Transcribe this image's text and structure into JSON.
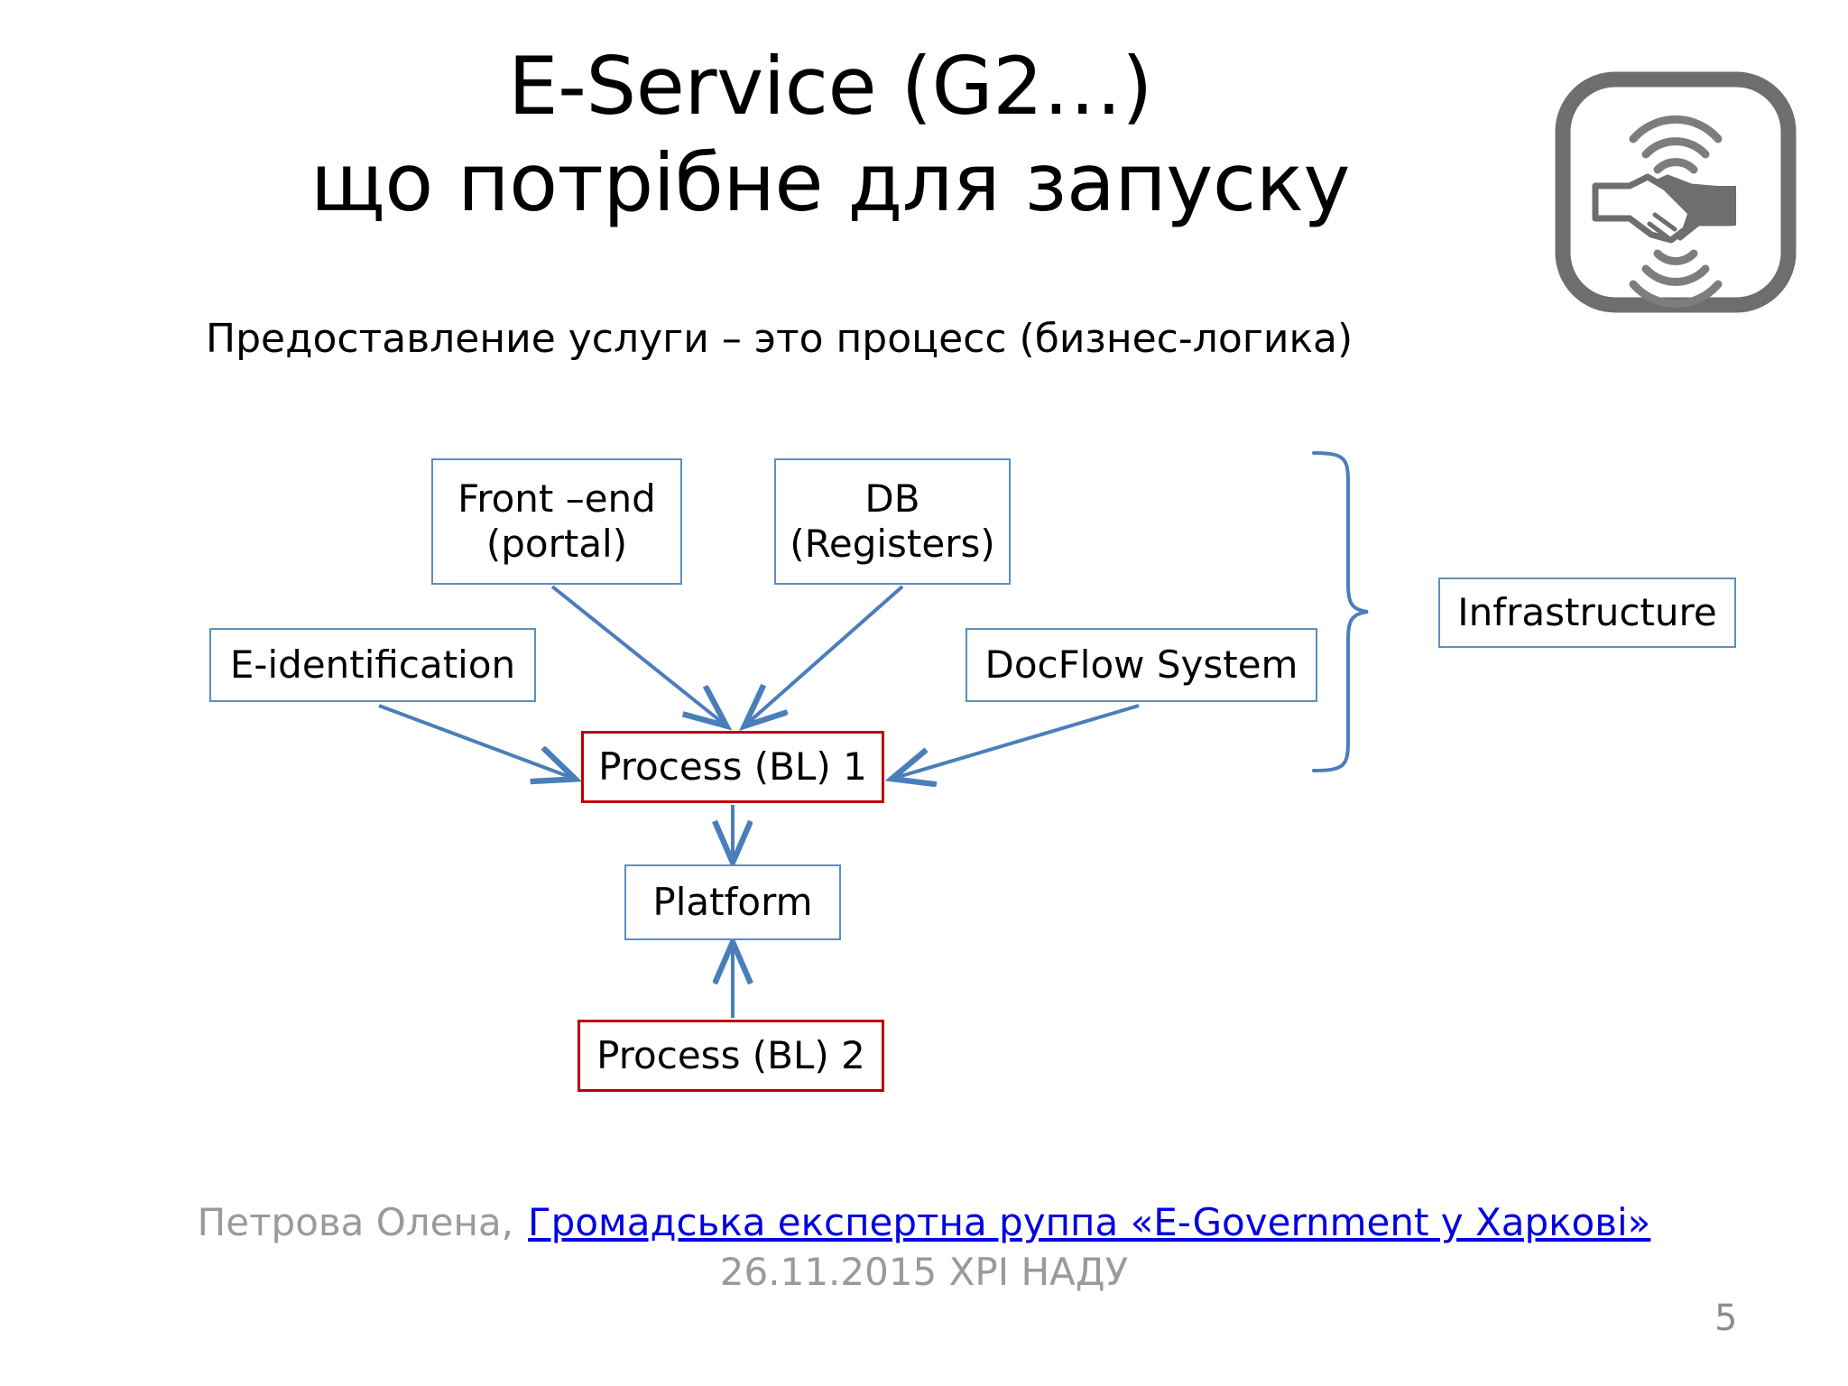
{
  "slide": {
    "page_number": "5",
    "title_lines": [
      "E-Service (G2…)",
      "що потрібне для запуску"
    ],
    "subtitle": "Предоставление услуги – это процесс (бизнес-логика)"
  },
  "logo": {
    "icon": "handshake-wireless-icon",
    "color": "#6E6E6E"
  },
  "colors": {
    "box_blue": "#5B8FC0",
    "box_red": "#C00000",
    "arrow_blue": "#4A7EBB",
    "link_blue": "#0000E0",
    "muted_gray": "#9A9A9A"
  },
  "diagram": {
    "type": "flow-diagram",
    "nodes": [
      {
        "id": "frontend",
        "label": "Front –end\n(portal)",
        "style": "blue"
      },
      {
        "id": "db",
        "label": "DB\n(Registers)",
        "style": "blue"
      },
      {
        "id": "eid",
        "label": "E-identification",
        "style": "blue"
      },
      {
        "id": "docflow",
        "label": "DocFlow System",
        "style": "blue"
      },
      {
        "id": "process1",
        "label": "Process (BL) 1",
        "style": "red"
      },
      {
        "id": "platform",
        "label": "Platform",
        "style": "blue"
      },
      {
        "id": "process2",
        "label": "Process (BL) 2",
        "style": "red"
      },
      {
        "id": "infra",
        "label": "Infrastructure",
        "style": "blue"
      }
    ],
    "edges": [
      {
        "from": "frontend",
        "to": "process1",
        "direction": "to"
      },
      {
        "from": "db",
        "to": "process1",
        "direction": "to"
      },
      {
        "from": "eid",
        "to": "process1",
        "direction": "to"
      },
      {
        "from": "docflow",
        "to": "process1",
        "direction": "to"
      },
      {
        "from": "process1",
        "to": "platform",
        "direction": "to"
      },
      {
        "from": "process2",
        "to": "platform",
        "direction": "to"
      }
    ],
    "bracket": {
      "name": "infrastructure-bracket",
      "groups": [
        "frontend",
        "db",
        "eid",
        "docflow",
        "process1"
      ],
      "points_to": "infra"
    },
    "labels": {
      "frontend_line1": "Front –end",
      "frontend_line2": "(portal)",
      "db_line1": "DB",
      "db_line2": "(Registers)",
      "eid": "E-identification",
      "docflow": "DocFlow System",
      "process1": "Process (BL) 1",
      "platform": "Platform",
      "process2": "Process (BL) 2",
      "infrastructure": "Infrastructure"
    }
  },
  "footer": {
    "author": "Петрова Олена,",
    "link_text": "Громадська експертна руппа «E-Government у Харкові»",
    "date_line": "26.11.2015 ХРІ НАДУ"
  }
}
